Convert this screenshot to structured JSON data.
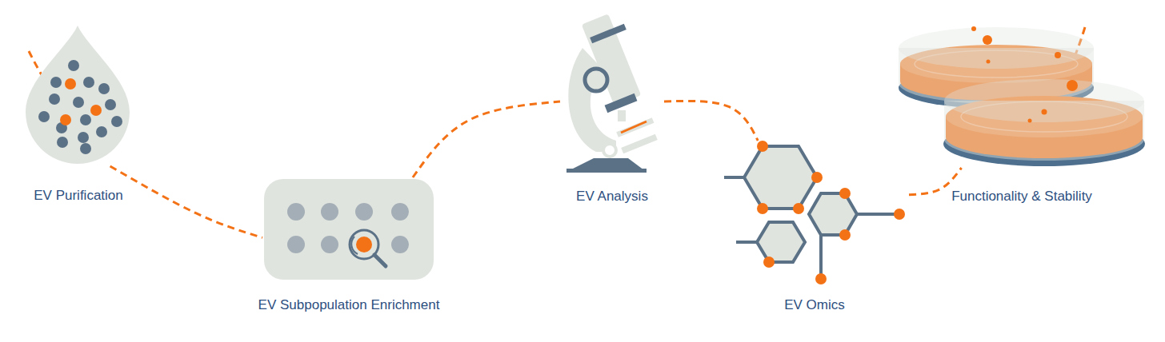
{
  "diagram": {
    "nodes": [
      {
        "text": [
          "EV Purification"
        ]
      },
      {
        "text": [
          "EV Subpopulation Enrichment"
        ]
      },
      {
        "text": [
          "EV Analysis"
        ]
      },
      {
        "text": [
          "EV Omics"
        ]
      },
      {
        "text": [
          "Functionality & Stability"
        ]
      }
    ],
    "edges": [
      {
        "from": 0,
        "to": 1,
        "arrow": "none"
      },
      {
        "from": 1,
        "to": 2,
        "arrow": "none"
      },
      {
        "from": 2,
        "to": 3,
        "arrow": "none"
      },
      {
        "from": 3,
        "to": 4,
        "arrow": "none"
      }
    ]
  }
}
